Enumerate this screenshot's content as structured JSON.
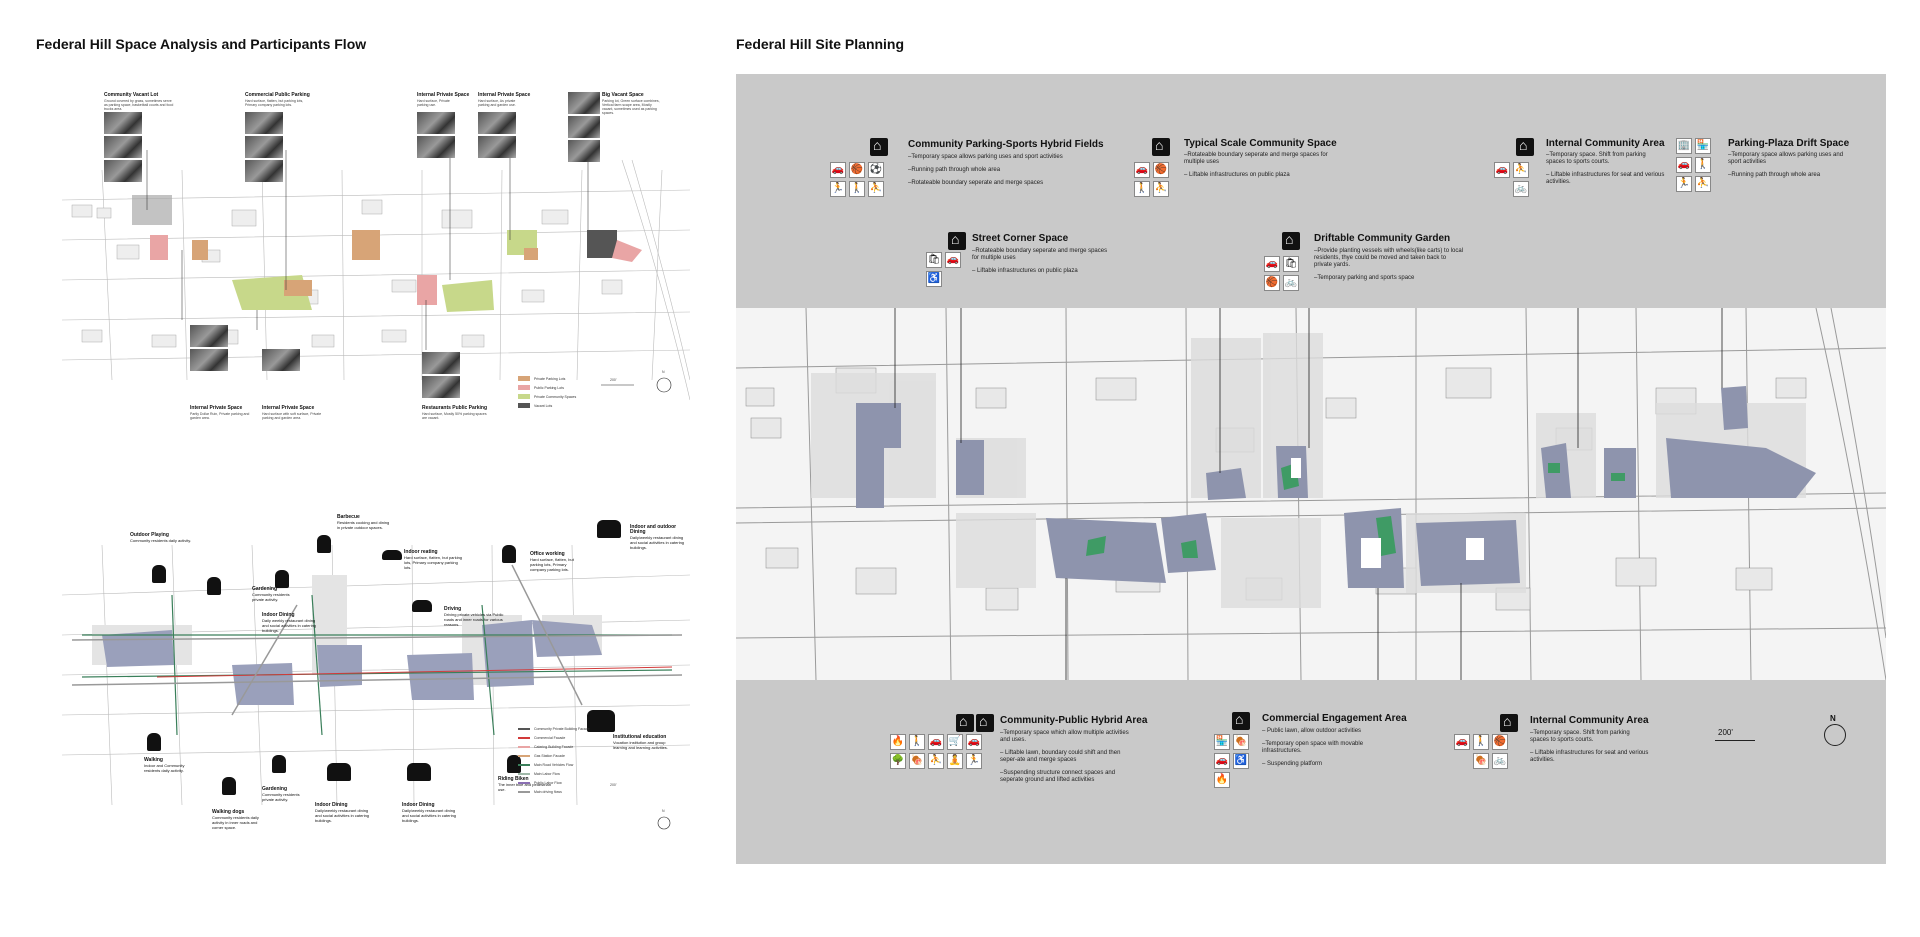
{
  "titles": {
    "left": "Federal Hill Space Analysis and Participants Flow",
    "right": "Federal Hill Site Planning"
  },
  "analysis_top": {
    "labels": [
      {
        "title": "Community Vacant Lot",
        "text": "Ground covered by grass, sometimes serve as parking space, basketball courts and food trucks area."
      },
      {
        "title": "Commercial Public Parking",
        "text": "Hard surface, flatten, but parking lots, Primary company parking lots."
      },
      {
        "title": "Internal Private Space",
        "text": "Hard surface, Private parking use."
      },
      {
        "title": "Internal Private Space",
        "text": "Hard surface, As private parking and garden use."
      },
      {
        "title": "Big Vacant Space",
        "text": "Parking lot, Green surface combines, Vertical farm scape area, Mostly vacant, sometimes used as parking spaces."
      },
      {
        "title": "Internal Private Space",
        "text": "Partly Dollar Ruin, Private parking and garden area."
      },
      {
        "title": "Internal Private Space",
        "text": "Hard surface with soft surface, Private parking and garden area."
      },
      {
        "title": "Restaurants Public Parking",
        "text": "Hard surface, Mostly 50% parking spaces are vacant."
      }
    ],
    "legend": [
      {
        "label": "Private Parking Lots",
        "color": "#d7a477"
      },
      {
        "label": "Public Parking Lots",
        "color": "#e9a5a5"
      },
      {
        "label": "Private Community Spaces",
        "color": "#c7d88a"
      },
      {
        "label": "Vacant Lots",
        "color": "#555555"
      }
    ],
    "scale": "200'",
    "north": "N"
  },
  "analysis_bottom": {
    "figures": [
      {
        "title": "Outdoor Playing",
        "text": "Community residents daily activity."
      },
      {
        "title": "Gardening",
        "text": "Community residents private activity."
      },
      {
        "title": "Indoor Dining",
        "text": "Daily weekly restaurant dining and social activities in catering buildings."
      },
      {
        "title": "Barbecue",
        "text": "Residents cooking and dining in private outdoor spaces."
      },
      {
        "title": "Indoor reating",
        "text": "Hard surface, flatten, but parking lots, Primary company parking lots."
      },
      {
        "title": "Driving",
        "text": "Driving private vehicles via Public roads and inner roads for various reasons."
      },
      {
        "title": "Office working",
        "text": "Hard surface, flatten, but parking lots, Primary company parking lots."
      },
      {
        "title": "Indoor and outdoor Dining",
        "text": "Daily/weekly restaurant dining and social activities in catering buildings."
      },
      {
        "title": "Walking",
        "text": "Indoor and Community residents daily activity."
      },
      {
        "title": "Walking dogs",
        "text": "Community residents daily activity in inner roads and corner space."
      },
      {
        "title": "Gardening",
        "text": "Community residents private activity."
      },
      {
        "title": "Indoor Dining",
        "text": "Daily/weekly restaurant dining and social activities in catering buildings."
      },
      {
        "title": "Indoor Dining",
        "text": "Daily/weekly restaurant dining and social activities in catering buildings."
      },
      {
        "title": "Riding Biken",
        "text": "The inner bike and pedestrian use."
      },
      {
        "title": "Institutional education",
        "text": "Vocation institution and group learning and learning activities."
      }
    ],
    "legend": [
      {
        "label": "Community Private Building Facade",
        "color": "#555555"
      },
      {
        "label": "Commercial Facade",
        "color": "#d23a3a"
      },
      {
        "label": "Catering Building Facade",
        "color": "#e9a5a5"
      },
      {
        "label": "Gas Station Facade",
        "color": "#d7a477"
      },
      {
        "label": "Main Road Vehicles Flow",
        "color": "#3a7f5a"
      },
      {
        "label": "Main Labor Flow",
        "color": "#9fb8a8"
      },
      {
        "label": "Public Labor Flow",
        "color": "#8a6fb3"
      },
      {
        "label": "Main driving flows",
        "color": "#999999"
      }
    ],
    "scale": "200'",
    "north": "N"
  },
  "planning": {
    "cards_top": [
      {
        "title": "Community Parking-Sports Hybrid Fields",
        "lines": [
          "–Temporary space allows parking uses and sport activities",
          "–Running path through whole area",
          "–Rotateable boundary seperate and merge spaces"
        ],
        "icons": [
          "🚗",
          "🏀",
          "⚽",
          "🏃",
          "🚶",
          "⛹"
        ]
      },
      {
        "title": "Street Corner Space",
        "lines": [
          "–Rotateable boundary seperate and merge spaces for multiple uses",
          "– Liftable infrastructures on public plaza"
        ],
        "icons": [
          "🛍",
          "🚗",
          "♿"
        ]
      },
      {
        "title": "Typical Scale Community Space",
        "lines": [
          "–Rotateable boundary seperate and merge spaces for multiple uses",
          "– Liftable infrastructures on public plaza"
        ],
        "icons": [
          "🚗",
          "🏀",
          "🚶",
          "⛹"
        ]
      },
      {
        "title": "Driftable Community Garden",
        "lines": [
          "–Provide planting vessels with wheels(like carts) to local residents, thye could be moved and taken back to private yards.",
          "–Temporary parking and sports space"
        ],
        "icons": [
          "🚗",
          "🛍",
          "🏀",
          "🚲"
        ]
      },
      {
        "title": "Internal Community Area",
        "lines": [
          "–Temporary space. Shift from parking spaces to sports courts.",
          "– Liftable infrastructures for seat and verious activities."
        ],
        "icons": [
          "🚗",
          "⛹",
          "🚲"
        ]
      },
      {
        "title": "Parking-Plaza Drift Space",
        "lines": [
          "–Temporary space allows parking uses and sport activities",
          "–Running path through whole area"
        ],
        "icons": [
          "🏢",
          "🏪",
          "🚗",
          "🚶",
          "🏃",
          "⛹"
        ]
      }
    ],
    "cards_bottom": [
      {
        "title": "Community-Public Hybrid Area",
        "lines": [
          "–Temporary space which allow multiple activities and uses.",
          "– Liftable lawn, boundary could shift and then seper-ate and merge spaces",
          "–Suspending structure connect spaces and seperate ground and lifted activities"
        ],
        "icons": [
          "🔥",
          "🚶",
          "🚗",
          "🛒",
          "🚗",
          "🌳",
          "🍖",
          "⛹",
          "🧘",
          "🏃"
        ]
      },
      {
        "title": "Commercial Engagement Area",
        "lines": [
          "– Public lawn, allow outdoor activities",
          "–Temporary open space with movable infrastructures.",
          "– Suspending platform"
        ],
        "icons": [
          "🏪",
          "🍖",
          "🚗",
          "♿",
          "🔥"
        ]
      },
      {
        "title": "Internal Community Area",
        "lines": [
          "–Temporary space. Shift from parking spaces to sports courts.",
          "– Liftable infrastructures for seat and verious activities."
        ],
        "icons": [
          "🚗",
          "🚶",
          "🏀",
          "🍖",
          "🚲"
        ]
      }
    ],
    "scale": "200'",
    "north": "N",
    "colors": {
      "background": "#c9c9c9",
      "site": "#8e94ad",
      "green": "#3f9b65",
      "map": "#f4f4f4"
    }
  }
}
